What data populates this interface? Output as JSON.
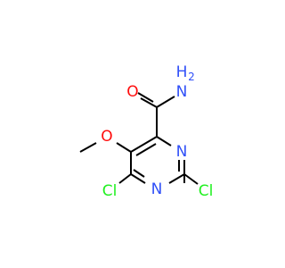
{
  "molecule": {
    "atoms": {
      "amide_o": {
        "text": "O",
        "color": "#ff0d0d"
      },
      "amide_n": {
        "text": "N",
        "color": "#3050f8"
      },
      "amide_h": {
        "text": "H",
        "color": "#3050f8"
      },
      "amide_h_sub": {
        "text": "2",
        "color": "#3050f8"
      },
      "ether_o": {
        "text": "O",
        "color": "#ff0d0d"
      },
      "ring_n_top": {
        "text": "N",
        "color": "#3050f8"
      },
      "ring_n_bottom": {
        "text": "N",
        "color": "#3050f8"
      },
      "cl_left": {
        "text": "Cl",
        "color": "#1ff01f"
      },
      "cl_right": {
        "text": "Cl",
        "color": "#1ff01f"
      }
    }
  }
}
